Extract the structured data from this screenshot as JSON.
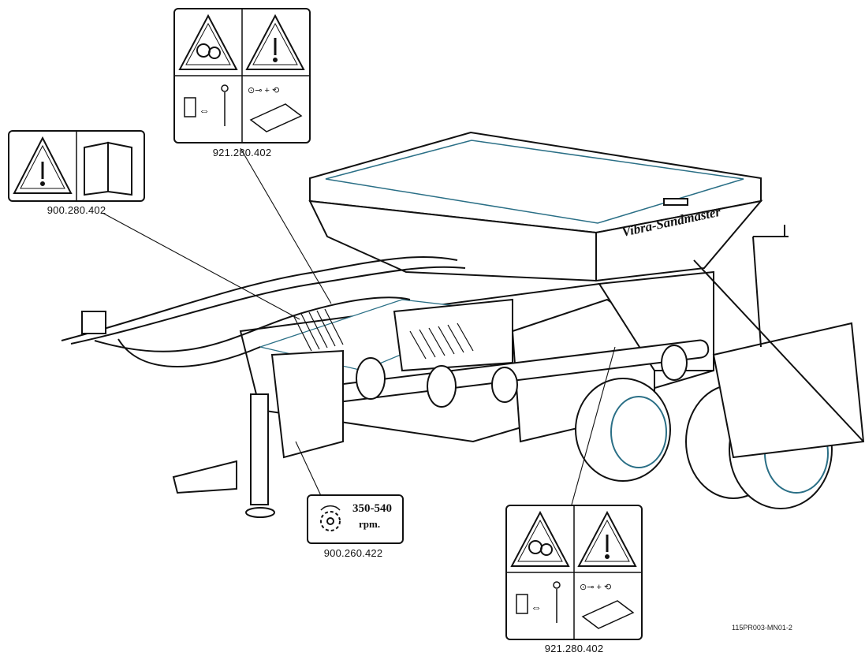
{
  "decals": {
    "top": {
      "code": "921.280.402",
      "type": "entanglement / maintenance warning"
    },
    "left": {
      "code": "900.280.402",
      "type": "read manual warning"
    },
    "rpm": {
      "code": "900.260.422",
      "value": "350-540",
      "unit": "rpm."
    },
    "bottom": {
      "code": "921.280.402",
      "type": "entanglement / maintenance warning"
    }
  },
  "machine": {
    "brand_text": "Vibra-Sandmaster"
  },
  "drawing_id": "115PR003-MN01-2",
  "colors": {
    "line": "#111111",
    "accent": "#2a6f86"
  }
}
